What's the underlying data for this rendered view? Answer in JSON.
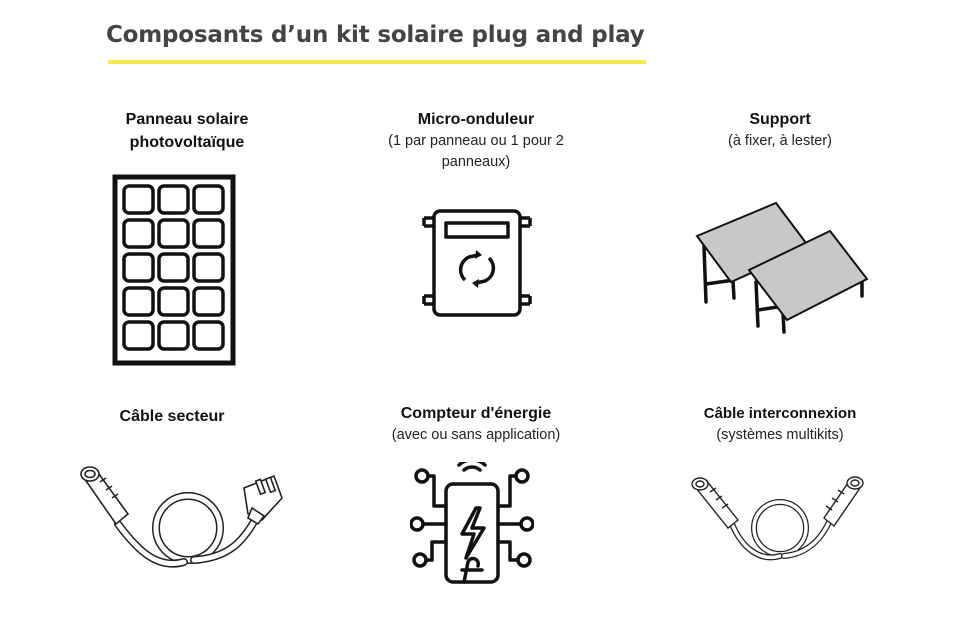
{
  "title": "Composants d’un kit solaire plug and play",
  "colors": {
    "accent": "#f6e94f",
    "title": "#444444",
    "ink": "#111111",
    "panel_fill": "#c8c8c8"
  },
  "components": [
    {
      "name_line1": "Panneau solaire",
      "name_line2": "photovoltaïque",
      "icon": "solar-panel-icon"
    },
    {
      "name": "Micro-onduleur",
      "sub_line1": "(1 par panneau ou 1 pour 2",
      "sub_line2": "panneaux)",
      "icon": "micro-inverter-icon"
    },
    {
      "name": "Support",
      "sub": "(à fixer, à lester)",
      "icon": "mounting-support-icon"
    },
    {
      "name": "Câble secteur",
      "icon": "mains-cable-icon"
    },
    {
      "name": "Compteur d'énergie",
      "sub": "(avec ou sans application)",
      "icon": "energy-meter-icon"
    },
    {
      "name": "Câble interconnexion",
      "sub": "(systèmes multikits)",
      "icon": "interconnection-cable-icon"
    }
  ]
}
